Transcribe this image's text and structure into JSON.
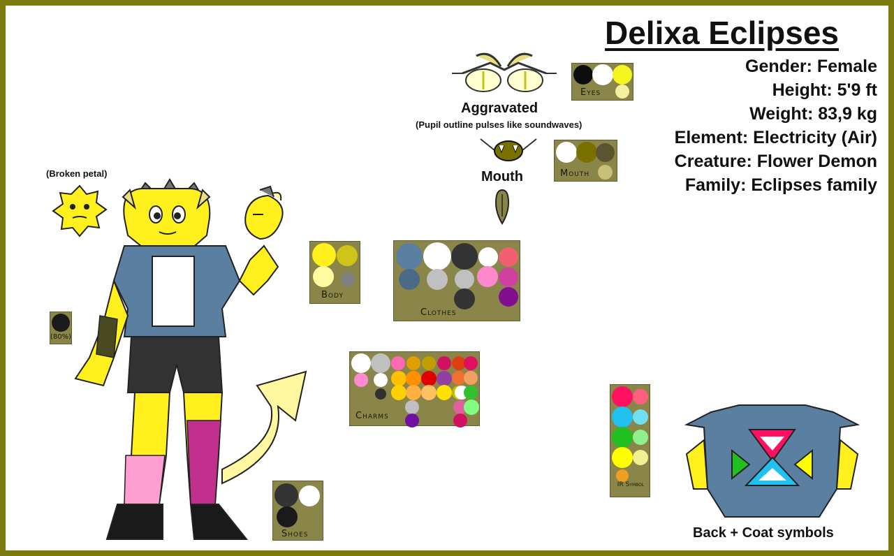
{
  "character": {
    "name": "Delixa Eclipses",
    "gender": "Gender: Female",
    "height": "Height: 5'9 ft",
    "weight": "Weight: 83,9 kg",
    "element": "Element: Electricity (Air)",
    "creature": "Creature: Flower Demon",
    "family": "Family: Eclipses family"
  },
  "labels": {
    "aggravated": "Aggravated",
    "aggravated_note": "(Pupil outline pulses like soundwaves)",
    "mouth": "Mouth",
    "broken_petal": "(Broken petal)",
    "back_coat": "Back + Coat symbols"
  },
  "palettes": {
    "eyes": {
      "name": "Eyes",
      "colors": [
        "#0d0d0d",
        "#ffffff",
        "#f5f51e",
        "#f5f0a0"
      ]
    },
    "mouth": {
      "name": "Mouth",
      "colors": [
        "#ffffff",
        "#7a7000",
        "#5a5530",
        "#c8c078"
      ]
    },
    "body": {
      "name": "Body",
      "colors": [
        "#fff01e",
        "#cfc418",
        "#fffaa0",
        "#808080"
      ]
    },
    "clothes": {
      "name": "Clothes",
      "colors": [
        "#5a7fa0",
        "#ffffff",
        "#333333",
        "#ffffff",
        "#f06070",
        "#4a6a88",
        "#c0c0c0",
        "#c0c0c0",
        "#ff88cc",
        "#d040a0",
        "#333333",
        "#801090"
      ]
    },
    "charms": {
      "name": "Charms",
      "colors": [
        "#ffffff",
        "#c0c0c0",
        "#ff69b4",
        "#e0a000",
        "#c0a000",
        "#d01060",
        "#e04010",
        "#e01060",
        "#ff8ad0",
        "#ffffff",
        "#ffc000",
        "#ff9000",
        "#e00000",
        "#9040a0",
        "#f07030",
        "#f0a060",
        "#303030",
        "#ffd000",
        "#ffb040",
        "#ffc060",
        "#ffe000",
        "#c0c000",
        "#ffffff",
        "#30c030",
        "#c0c0c0",
        "#e060a0",
        "#80ff80",
        "#7010a0",
        "#d01060"
      ]
    },
    "ir_symbol": {
      "name": "IR Symbol",
      "colors": [
        "#ff1060",
        "#ff6080",
        "#20c0f0",
        "#70e0f0",
        "#20c020",
        "#90f090",
        "#ffff00",
        "#f0f090",
        "#f0a020"
      ]
    },
    "shoes": {
      "name": "Shoes",
      "colors": [
        "#333333",
        "#ffffff",
        "#1a1a1a"
      ]
    },
    "eighty_percent": {
      "name": "(80%)",
      "colors": [
        "#1a1a1a"
      ]
    }
  }
}
